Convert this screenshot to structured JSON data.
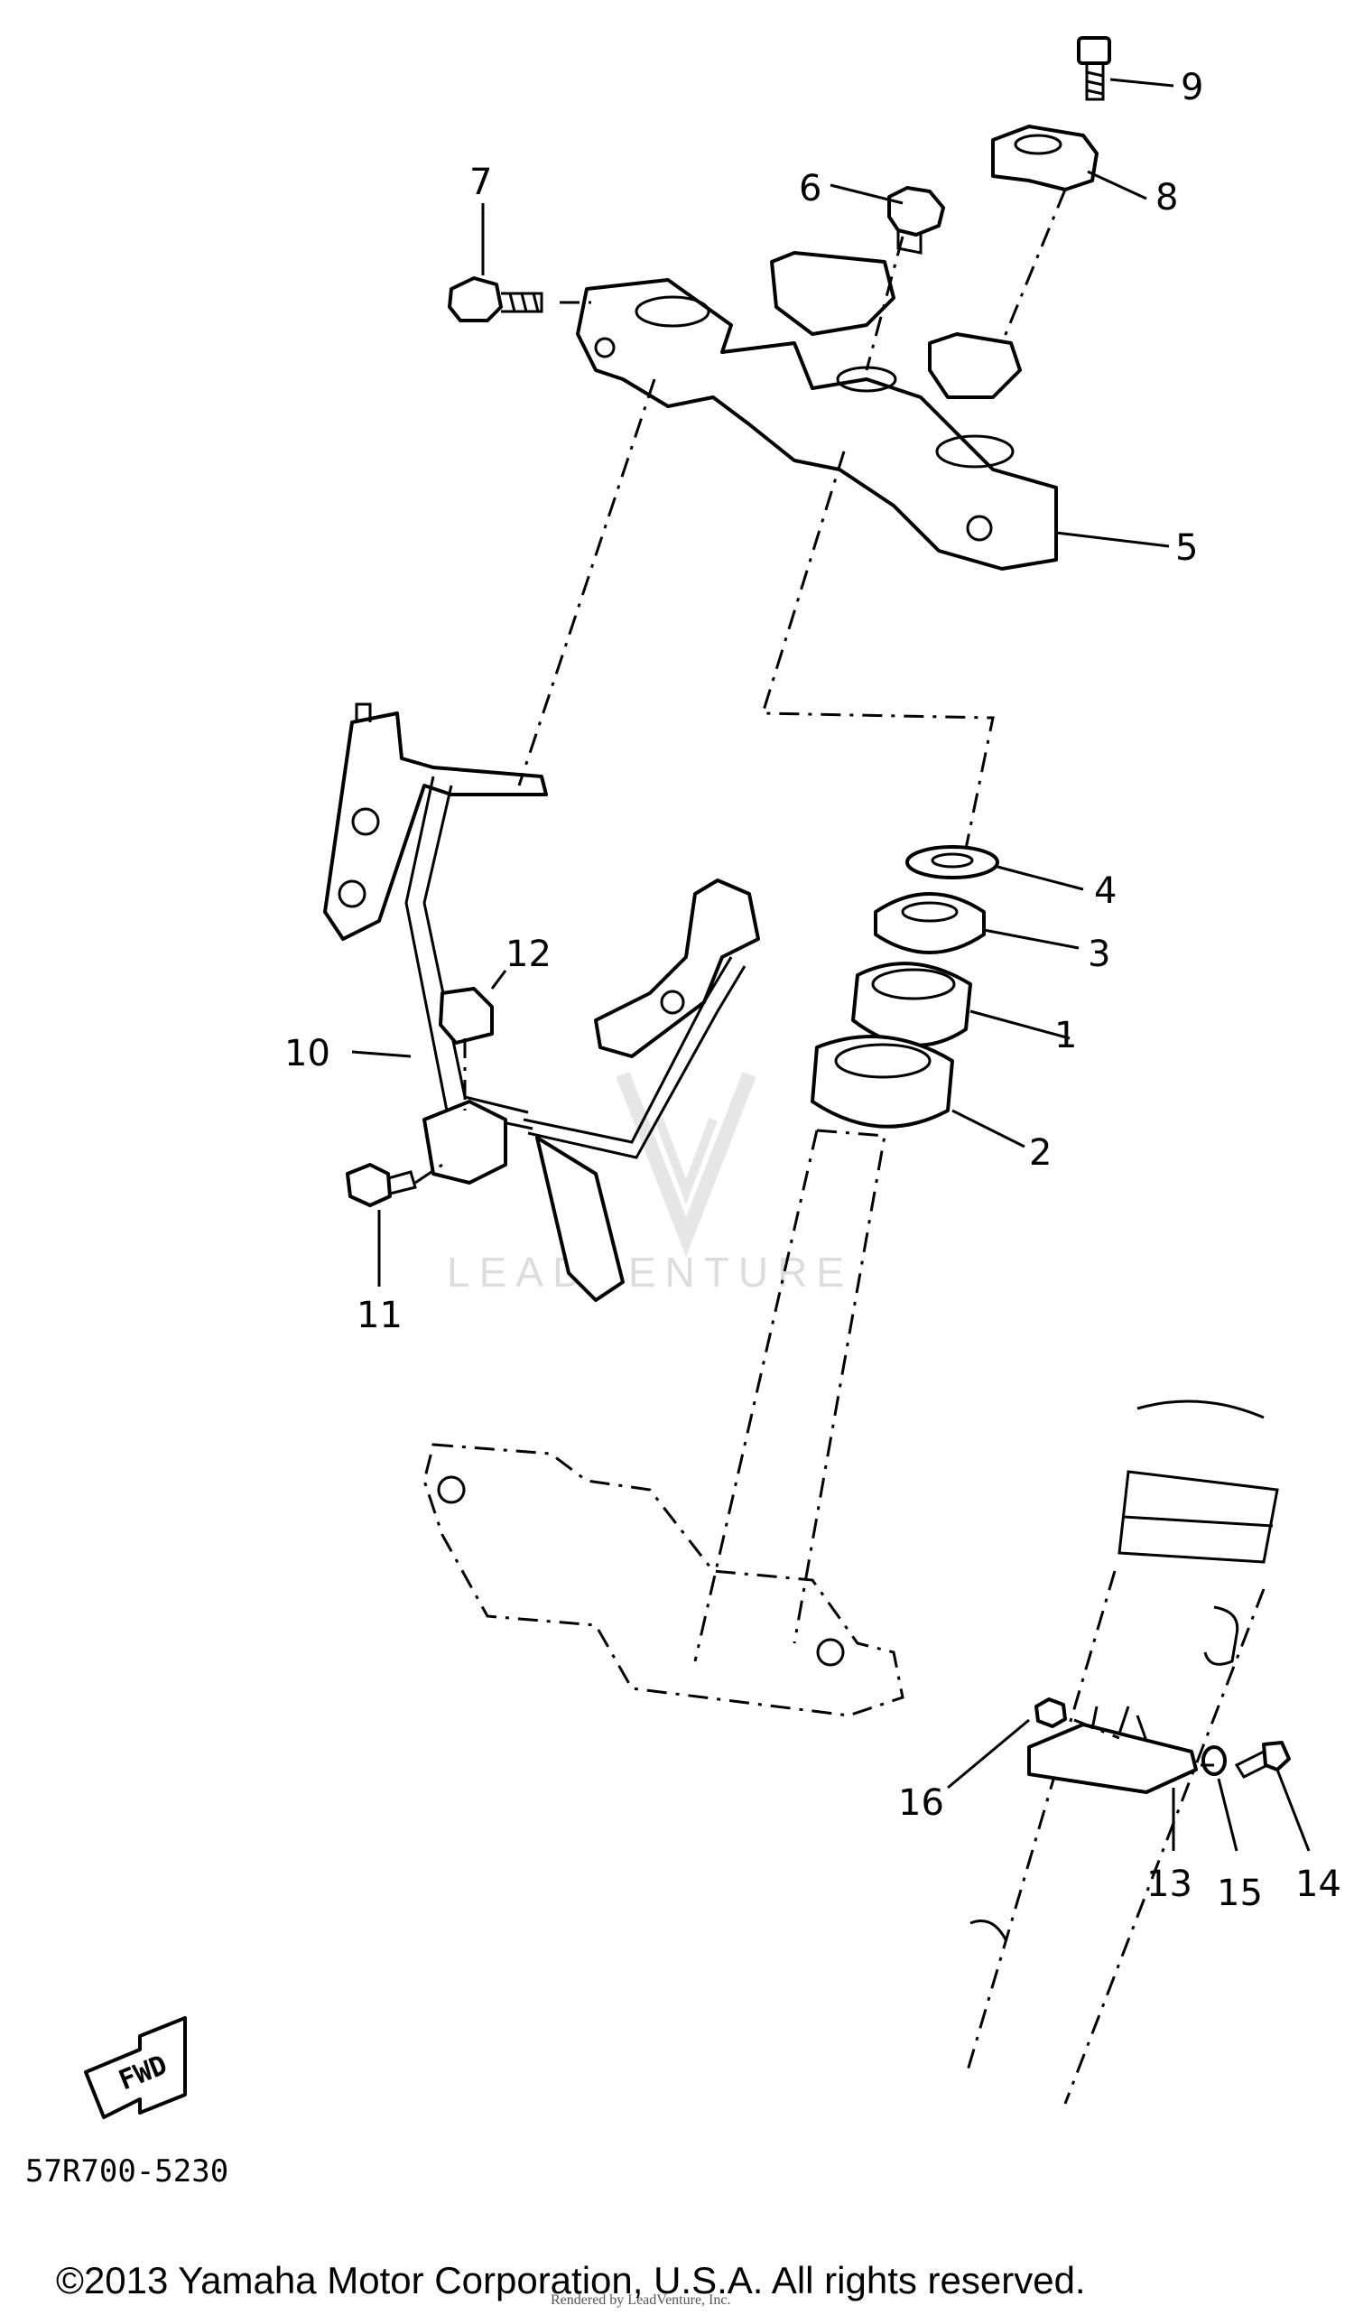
{
  "diagram": {
    "callouts": [
      "1",
      "2",
      "3",
      "4",
      "5",
      "6",
      "7",
      "8",
      "9",
      "10",
      "11",
      "12",
      "13",
      "14",
      "15",
      "16"
    ],
    "arrow_label": "FWD",
    "drawing_code": "57R700-5230",
    "copyright": "©2013 Yamaha Motor Corporation, U.S.A. All rights reserved.",
    "rendered_by": "Rendered by LeadVenture, Inc.",
    "watermark": "LEADVENTURE"
  }
}
